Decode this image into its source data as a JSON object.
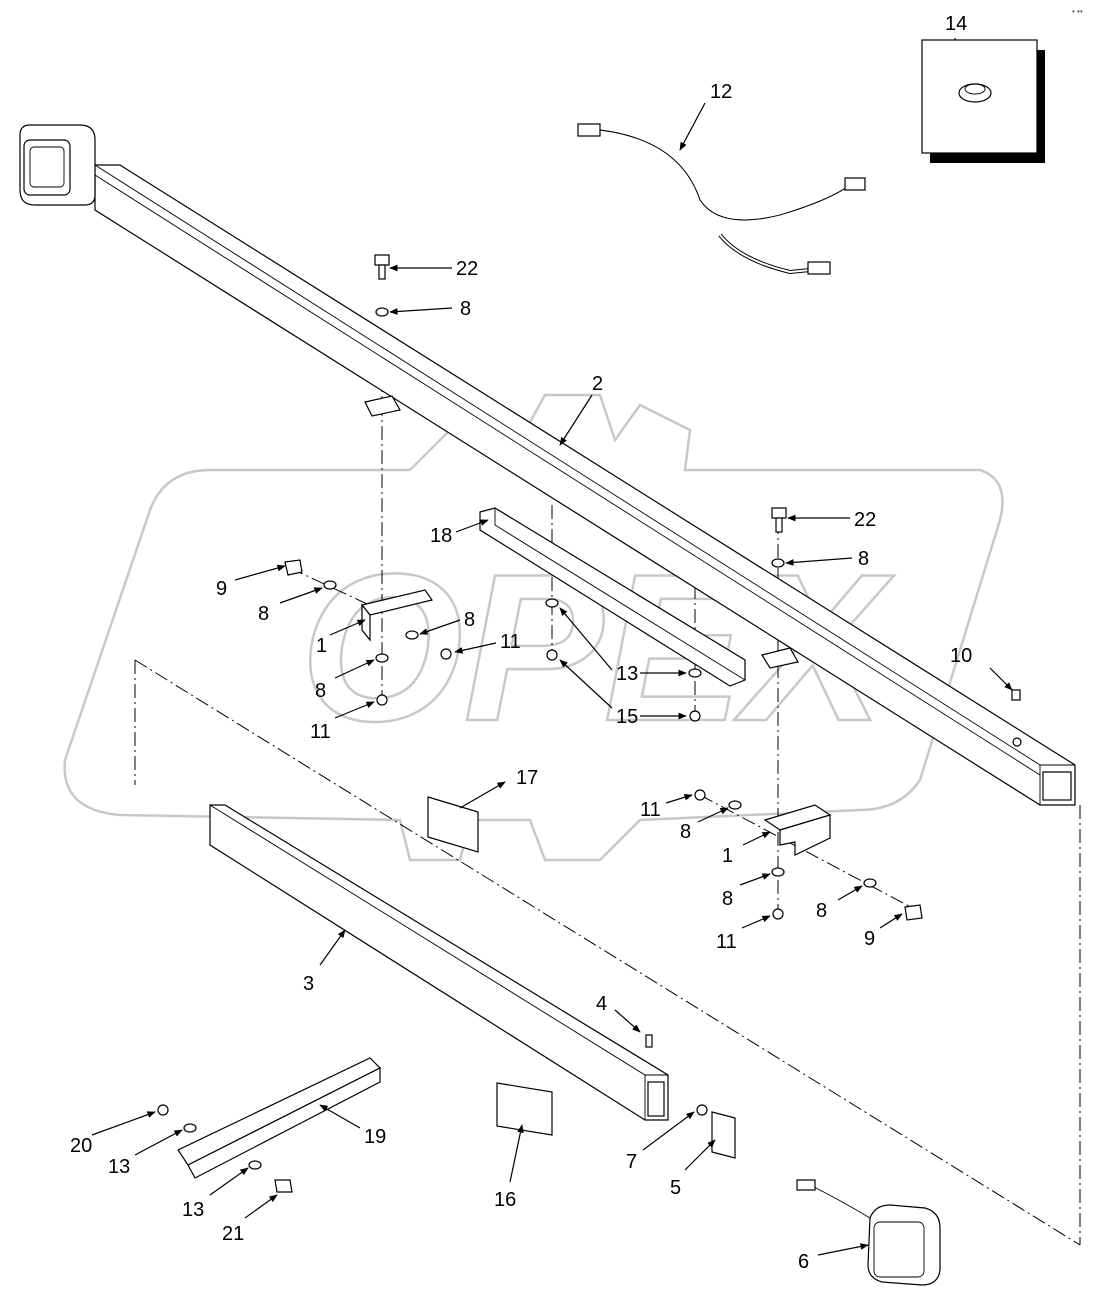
{
  "watermark": {
    "text": "OPEX"
  },
  "corner_marker": "• ••",
  "callouts": {
    "c1a": "1",
    "c1b": "1",
    "c2": "2",
    "c3": "3",
    "c4": "4",
    "c5": "5",
    "c6": "6",
    "c7": "7",
    "c8a": "8",
    "c8b": "8",
    "c8c": "8",
    "c8d": "8",
    "c8e": "8",
    "c8f": "8",
    "c8g": "8",
    "c8h": "8",
    "c9a": "9",
    "c9b": "9",
    "c10": "10",
    "c11a": "11",
    "c11b": "11",
    "c11c": "11",
    "c11d": "11",
    "c12": "12",
    "c13a": "13",
    "c13b": "13",
    "c13c": "13",
    "c14": "14",
    "c15": "15",
    "c16": "16",
    "c17": "17",
    "c18": "18",
    "c19": "19",
    "c20": "20",
    "c21": "21",
    "c22a": "22",
    "c22b": "22"
  }
}
